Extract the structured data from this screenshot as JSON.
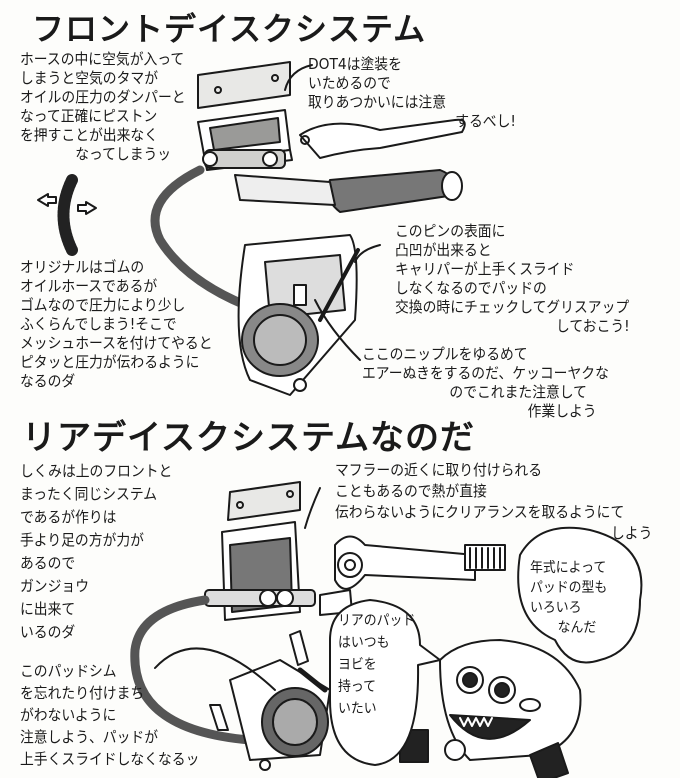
{
  "front": {
    "title": "フロントデイスクシステム",
    "air_note": [
      "ホースの中に空気が入って",
      "しまうと空気のタマが",
      "オイルの圧力のダンパーと",
      "なって正確にピストン",
      "を押すことが出来なく",
      "なってしまうッ"
    ],
    "dot4_note": [
      "DOT4は塗装を",
      "いためるので",
      "取りあつかいには注意",
      "するべし!"
    ],
    "pin_note": [
      "このピンの表面に",
      "凸凹が出来ると",
      "キャリパーが上手くスライド",
      "しなくなるのでパッドの",
      "交換の時にチェックしてグリスアップ",
      "しておこう!"
    ],
    "hose_note": [
      "オリジナルはゴムの",
      "オイルホースであるが",
      "ゴムなので圧力により少し",
      "ふくらんでしまう!そこで",
      "メッシュホースを付けてやると",
      "ピタッと圧力が伝わるように",
      "なるのダ"
    ],
    "nipple_note": [
      "ここのニップルをゆるめて",
      "エアーぬきをするのだ、ケッコーヤクな",
      "のでこれまた注意して",
      "作業しよう"
    ]
  },
  "rear": {
    "title": "リアデイスクシステムなのだ",
    "mechanism_note": [
      "しくみは上のフロントと",
      "まったく同じシステム",
      "であるが作りは",
      "手より足の方が力が",
      "あるので",
      "ガンジョウ",
      "に出来て",
      "いるのダ"
    ],
    "muffler_note": [
      "マフラーの近くに取り付けられる",
      "こともあるので熱が直接",
      "伝わらないようにクリアランスを取るようにて",
      "しよう"
    ],
    "shim_note": [
      "このパッドシム",
      "を忘れたり付けまち",
      "がわないように",
      "注意しよう、パッドが",
      "上手くスライドしなくなるッ"
    ],
    "bubble_model": [
      "年式によって",
      "パッドの型も",
      "いろいろ",
      "なんだ"
    ],
    "bubble_spare": [
      "リアのパッド",
      "はいつも",
      "ヨビを",
      "持って",
      "いたい"
    ]
  }
}
